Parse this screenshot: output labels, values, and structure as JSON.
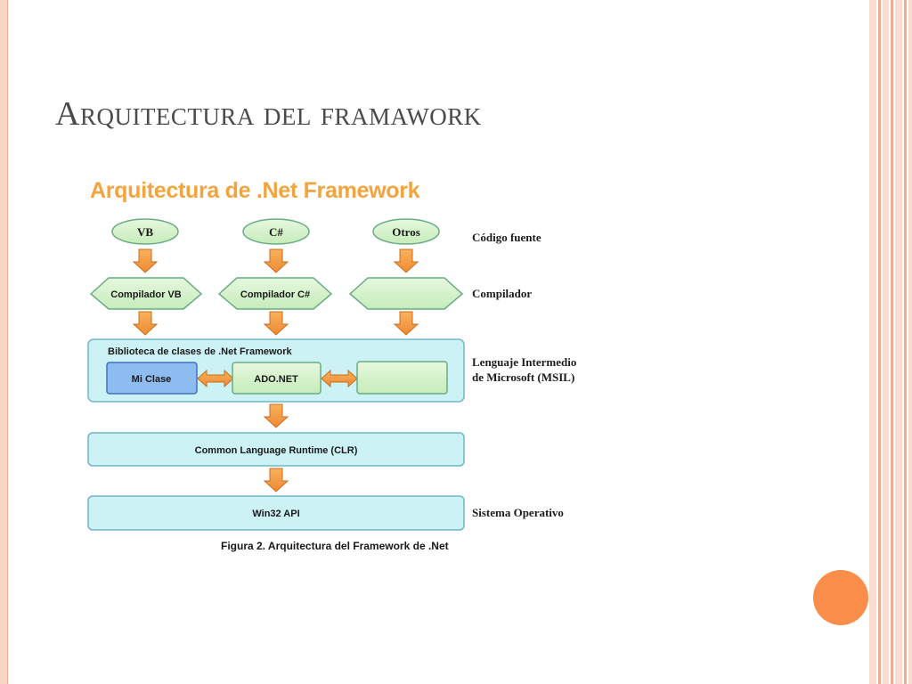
{
  "slide": {
    "title": "Arquitectura del framawork"
  },
  "diagram": {
    "heading": "Arquitectura de .Net Framework",
    "languages": [
      "VB",
      "C#",
      "Otros"
    ],
    "compilers": [
      "Compilador VB",
      "Compilador C#",
      ""
    ],
    "library": {
      "title": "Biblioteca de clases de .Net Framework",
      "items": [
        "Mi Clase",
        "ADO.NET",
        ""
      ]
    },
    "clr": "Common Language Runtime (CLR)",
    "os": "Win32 API",
    "side_labels": {
      "source": "Código fuente",
      "compiler": "Compilador",
      "msil_line1": "Lenguaje Intermedio",
      "msil_line2": "de Microsoft (MSIL)",
      "os": "Sistema Operativo"
    },
    "caption": "Figura 2. Arquitectura del Framework de .Net",
    "colors": {
      "ellipse_fill": "#d6f3cc",
      "ellipse_stroke": "#6aab86",
      "arrow_fill": "#f5a14a",
      "arrow_stroke": "#c76d1c",
      "box_fill": "#cdf2f6",
      "box_stroke": "#6fb7c4",
      "miclase_fill": "#8ebcf0",
      "miclase_stroke": "#3f73bd",
      "heading": "#f3a43e"
    }
  }
}
